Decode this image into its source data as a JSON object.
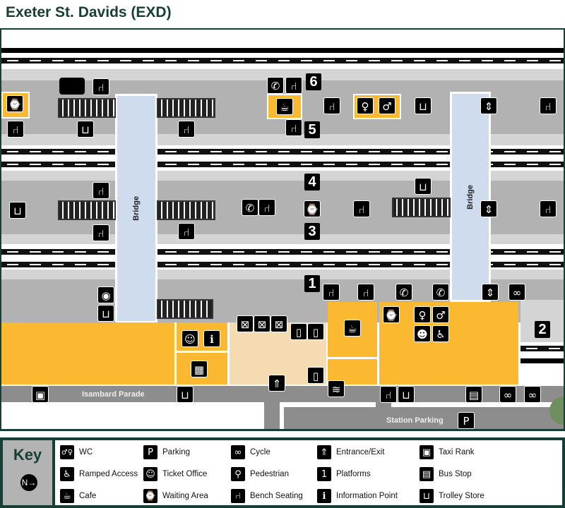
{
  "title": "Exeter St. Davids (EXD)",
  "bridges": {
    "left": "Bridge",
    "right": "Bridge"
  },
  "roads": {
    "isambard": "Isambard Parade",
    "parking": "Station Parking"
  },
  "platforms": {
    "p1": "1",
    "p2": "2",
    "p3": "3",
    "p4": "4",
    "p5": "5",
    "p6": "6"
  },
  "key": {
    "title": "Key",
    "north_icon": "north-arrow",
    "items": [
      {
        "icon": "wc",
        "label": "WC"
      },
      {
        "icon": "ramped-access",
        "label": "Ramped Access"
      },
      {
        "icon": "cafe",
        "label": "Cafe"
      },
      {
        "icon": "parking",
        "label": "Parking"
      },
      {
        "icon": "ticket-office",
        "label": "Ticket Office"
      },
      {
        "icon": "waiting-area",
        "label": "Waiting Area"
      },
      {
        "icon": "cycle",
        "label": "Cycle"
      },
      {
        "icon": "pedestrian",
        "label": "Pedestrian"
      },
      {
        "icon": "bench",
        "label": "Bench Seating"
      },
      {
        "icon": "entrance",
        "label": "Entrance/Exit"
      },
      {
        "icon": "platform",
        "label": "Platforms"
      },
      {
        "icon": "info",
        "label": "Information Point"
      },
      {
        "icon": "taxi",
        "label": "Taxi Rank"
      },
      {
        "icon": "bus",
        "label": "Bus Stop"
      },
      {
        "icon": "trolley",
        "label": "Trolley Store"
      }
    ]
  },
  "colors": {
    "frame": "#173f35",
    "building": "#fbb931",
    "concourse": "#f5dbb1",
    "bridge": "#cfdcee"
  }
}
